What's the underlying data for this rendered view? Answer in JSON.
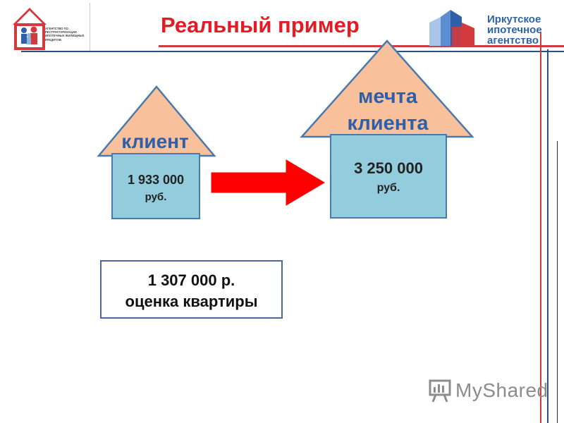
{
  "header": {
    "title": "Реальный пример",
    "left_logo_text": "АГЕНТСТВО ПО РЕСТРУКТУРИЗАЦИИ ИПОТЕЧНЫХ ЖИЛИЩНЫХ КРЕДИТОВ",
    "right_logo_text": "Иркутское\nипотечное\nагентство"
  },
  "houses": [
    {
      "roof_label": "клиент",
      "value": "1 933 000",
      "unit": "руб."
    },
    {
      "roof_label": "мечта\nклиента",
      "value": "3 250 000",
      "unit": "руб."
    }
  ],
  "estimate": {
    "line1": "1 307 000 р.",
    "line2": "оценка квартиры"
  },
  "watermark": {
    "text": "MyShared"
  },
  "colors": {
    "title_red": "#e31b23",
    "roof_orange": "#f9c19b",
    "house_blue": "#93cddd",
    "label_blue": "#2e5fa8",
    "arrow_red": "#ff0000"
  }
}
